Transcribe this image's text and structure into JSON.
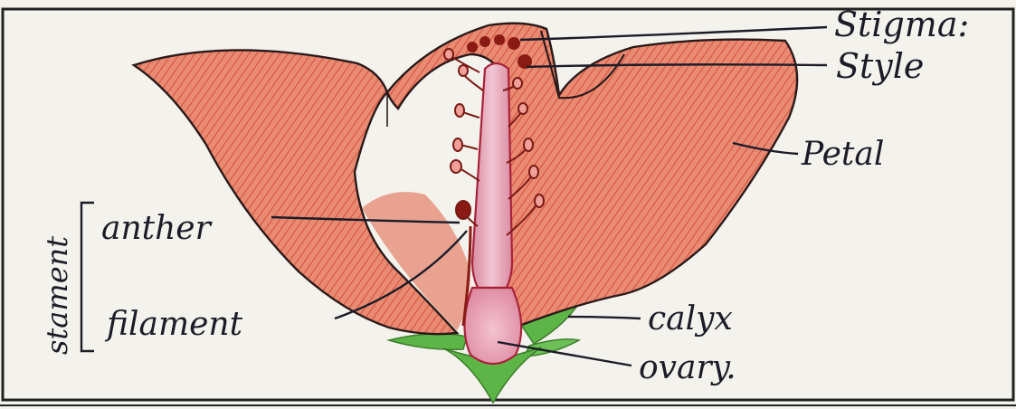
{
  "diagram": {
    "labels": {
      "stigma": "Stigma:",
      "style": "Style",
      "petal": "Petal",
      "anther": "anther",
      "filament": "filament",
      "calyx": "calyx",
      "ovary": "ovary.",
      "stamen_group": "stament"
    }
  },
  "colors": {
    "paper": "#f4f2ec",
    "petal": "#e06f58",
    "petal_shading": "#c8321e",
    "style": "#e8a3b6",
    "ovary": "#e59ab0",
    "sepal": "#4fa63a",
    "anther": "#8a1a14",
    "ink": "#1c1c28"
  }
}
